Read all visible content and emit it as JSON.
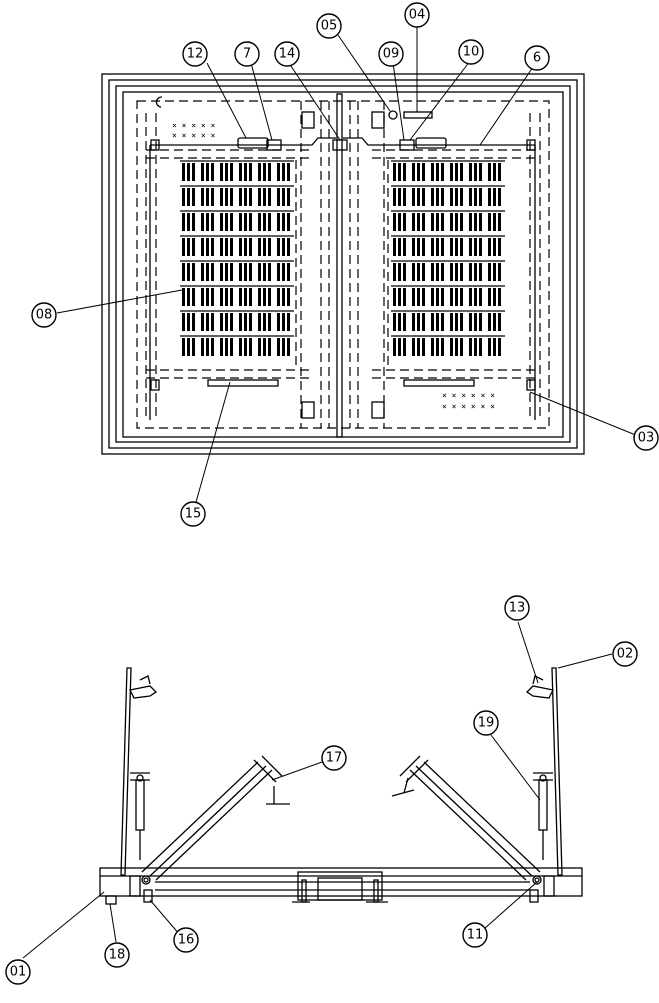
{
  "callouts": [
    {
      "id": "c04",
      "label": "04"
    },
    {
      "id": "c05",
      "label": "05"
    },
    {
      "id": "c12",
      "label": "12"
    },
    {
      "id": "c7",
      "label": "7"
    },
    {
      "id": "c14",
      "label": "14"
    },
    {
      "id": "c09",
      "label": "09"
    },
    {
      "id": "c10",
      "label": "10"
    },
    {
      "id": "c6",
      "label": "6"
    },
    {
      "id": "c08",
      "label": "08"
    },
    {
      "id": "c03",
      "label": "03"
    },
    {
      "id": "c15",
      "label": "15"
    },
    {
      "id": "c13",
      "label": "13"
    },
    {
      "id": "c02",
      "label": "02"
    },
    {
      "id": "c19",
      "label": "19"
    },
    {
      "id": "c17",
      "label": "17"
    },
    {
      "id": "c01",
      "label": "01"
    },
    {
      "id": "c18",
      "label": "18"
    },
    {
      "id": "c16",
      "label": "16"
    },
    {
      "id": "c11",
      "label": "11"
    }
  ]
}
